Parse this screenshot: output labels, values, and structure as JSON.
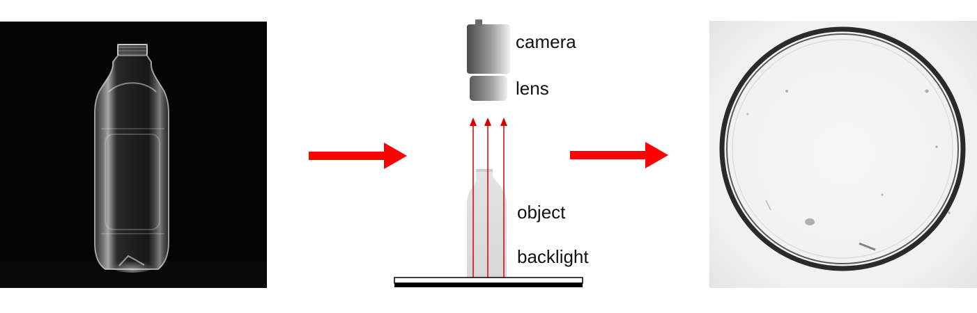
{
  "setup": {
    "labels": {
      "camera": "camera",
      "lens": "lens",
      "object": "object",
      "backlight": "backlight"
    }
  },
  "colors": {
    "arrow": "#ff0000",
    "ray": "#d40000",
    "photo_background": "#050505",
    "result_background": "#f4f4f4",
    "backlight_plate": "#000000"
  },
  "icons": {
    "camera": "camera-icon",
    "lens": "lens-icon",
    "object": "bottle-icon",
    "backlight": "backlight-icon",
    "arrow": "right-arrow-icon"
  }
}
